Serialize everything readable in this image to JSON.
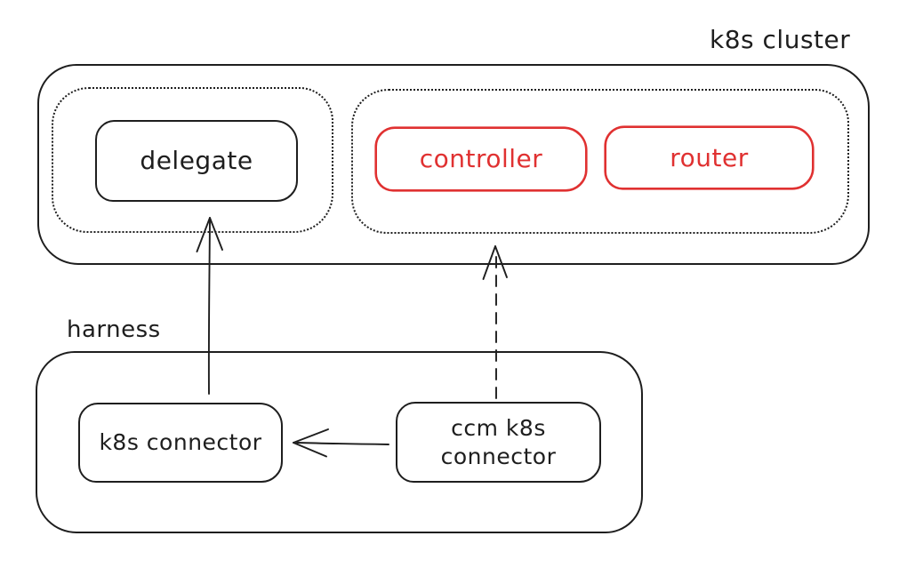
{
  "diagram": {
    "type": "architecture-sketch",
    "labels": {
      "cluster": "k8s cluster",
      "harness": "harness"
    },
    "nodes": {
      "delegate": {
        "label": "delegate",
        "stroke": "#1e1e1e"
      },
      "controller": {
        "label": "controller",
        "stroke": "#e03131"
      },
      "router": {
        "label": "router",
        "stroke": "#e03131"
      },
      "k8s_connector": {
        "label": "k8s connector",
        "stroke": "#1e1e1e"
      },
      "ccm_k8s_connector": {
        "label": "ccm k8s connector",
        "stroke": "#1e1e1e"
      }
    },
    "groups": {
      "k8s_cluster": {
        "border": "solid",
        "contains": [
          "delegate_group",
          "workload_group"
        ]
      },
      "delegate_group": {
        "border": "dotted",
        "contains": [
          "delegate"
        ]
      },
      "workload_group": {
        "border": "dotted",
        "contains": [
          "controller",
          "router"
        ]
      },
      "harness": {
        "border": "solid",
        "contains": [
          "k8s_connector",
          "ccm_k8s_connector"
        ]
      }
    },
    "edges": [
      {
        "from": "k8s_connector",
        "to": "delegate",
        "line": "solid",
        "direction": "up"
      },
      {
        "from": "ccm_k8s_connector",
        "to": "workload_group",
        "line": "dashed",
        "direction": "up"
      },
      {
        "from": "ccm_k8s_connector",
        "to": "k8s_connector",
        "line": "solid",
        "direction": "left"
      }
    ],
    "colors": {
      "stroke": "#1e1e1e",
      "accent_red": "#e03131",
      "background": "#ffffff"
    }
  }
}
